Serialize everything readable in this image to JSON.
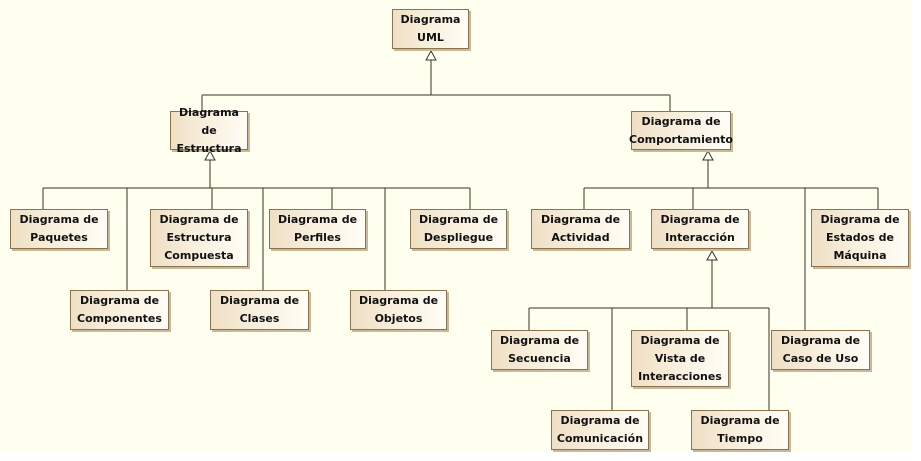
{
  "diagram": {
    "title": "Diagrama UML",
    "nodes": {
      "uml": "Diagrama\nUML",
      "estructura": "Diagrama de\nEstructura",
      "comportamiento": "Diagrama de\nComportamiento",
      "paquetes": "Diagrama de\nPaquetes",
      "componentes": "Diagrama de\nComponentes",
      "estructura_compuesta": "Diagrama de\nEstructura\nCompuesta",
      "clases": "Diagrama de\nClases",
      "perfiles": "Diagrama de\nPerfiles",
      "objetos": "Diagrama de\nObjetos",
      "despliegue": "Diagrama de\nDespliegue",
      "actividad": "Diagrama de\nActividad",
      "interaccion": "Diagrama de\nInteracción",
      "estados_maquina": "Diagrama de\nEstados de\nMáquina",
      "caso_uso": "Diagrama de\nCaso de Uso",
      "secuencia": "Diagrama de\nSecuencia",
      "comunicacion": "Diagrama de\nComunicación",
      "vista_interacciones": "Diagrama de\nVista de\nInteracciones",
      "tiempo": "Diagrama de\nTiempo"
    },
    "edges": [
      {
        "from": "estructura",
        "to": "uml",
        "type": "generalization"
      },
      {
        "from": "comportamiento",
        "to": "uml",
        "type": "generalization"
      },
      {
        "from": "paquetes",
        "to": "estructura",
        "type": "generalization"
      },
      {
        "from": "componentes",
        "to": "estructura",
        "type": "generalization"
      },
      {
        "from": "estructura_compuesta",
        "to": "estructura",
        "type": "generalization"
      },
      {
        "from": "clases",
        "to": "estructura",
        "type": "generalization"
      },
      {
        "from": "perfiles",
        "to": "estructura",
        "type": "generalization"
      },
      {
        "from": "objetos",
        "to": "estructura",
        "type": "generalization"
      },
      {
        "from": "despliegue",
        "to": "estructura",
        "type": "generalization"
      },
      {
        "from": "actividad",
        "to": "comportamiento",
        "type": "generalization"
      },
      {
        "from": "interaccion",
        "to": "comportamiento",
        "type": "generalization"
      },
      {
        "from": "caso_uso",
        "to": "comportamiento",
        "type": "generalization"
      },
      {
        "from": "estados_maquina",
        "to": "comportamiento",
        "type": "generalization"
      },
      {
        "from": "secuencia",
        "to": "interaccion",
        "type": "generalization"
      },
      {
        "from": "comunicacion",
        "to": "interaccion",
        "type": "generalization"
      },
      {
        "from": "vista_interacciones",
        "to": "interaccion",
        "type": "generalization"
      },
      {
        "from": "tiempo",
        "to": "interaccion",
        "type": "generalization"
      }
    ],
    "colors": {
      "background": "#fffff0",
      "line": "#3d3220",
      "border": "#8a7350",
      "fill_left": "#efdfc4",
      "fill_right": "#fffdf6"
    }
  }
}
